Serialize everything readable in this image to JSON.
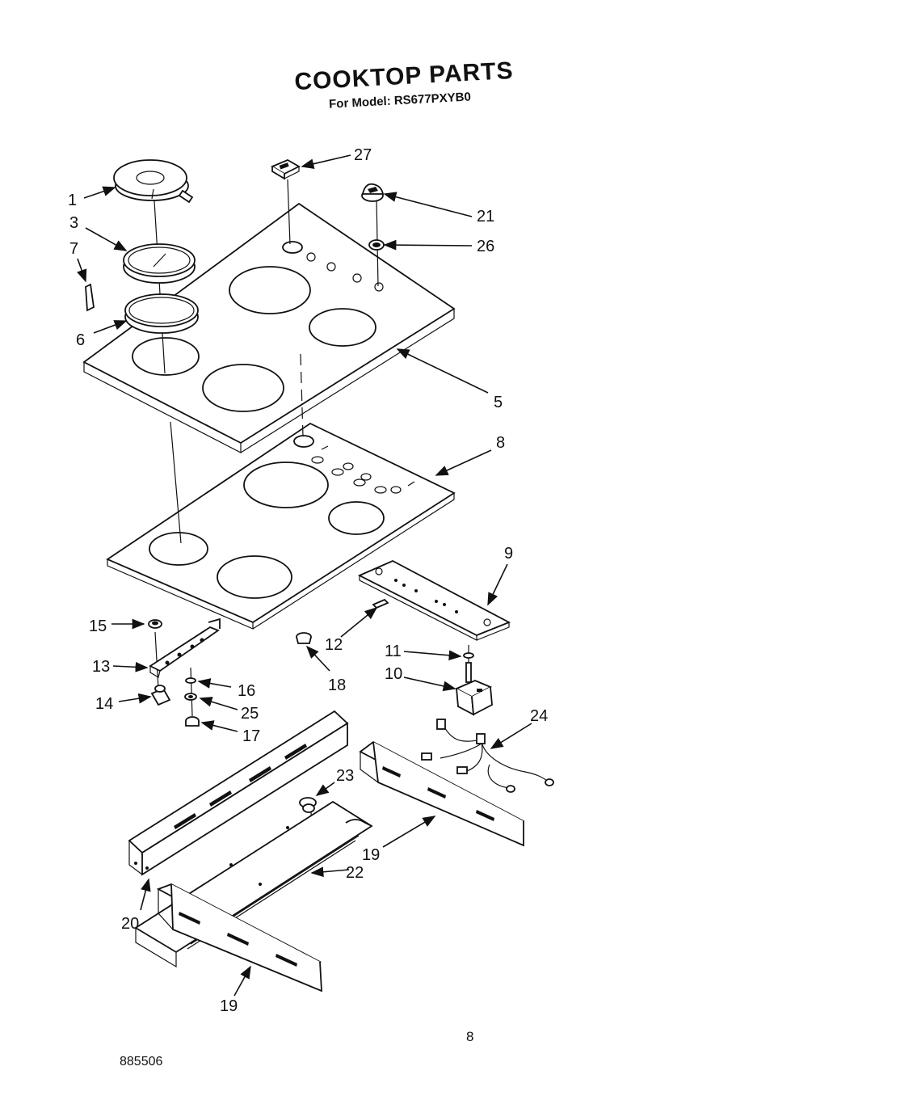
{
  "header": {
    "title": "COOKTOP PARTS",
    "subtitle": "For Model: RS677PXYB0"
  },
  "footer": {
    "page_number": "8",
    "document_number": "885506"
  },
  "callouts": [
    {
      "id": "1",
      "label": "1"
    },
    {
      "id": "3",
      "label": "3"
    },
    {
      "id": "7",
      "label": "7"
    },
    {
      "id": "6",
      "label": "6"
    },
    {
      "id": "27",
      "label": "27"
    },
    {
      "id": "21",
      "label": "21"
    },
    {
      "id": "26",
      "label": "26"
    },
    {
      "id": "5",
      "label": "5"
    },
    {
      "id": "8",
      "label": "8"
    },
    {
      "id": "9",
      "label": "9"
    },
    {
      "id": "15",
      "label": "15"
    },
    {
      "id": "13",
      "label": "13"
    },
    {
      "id": "14",
      "label": "14"
    },
    {
      "id": "16",
      "label": "16"
    },
    {
      "id": "25",
      "label": "25"
    },
    {
      "id": "17",
      "label": "17"
    },
    {
      "id": "12",
      "label": "12"
    },
    {
      "id": "18",
      "label": "18"
    },
    {
      "id": "11",
      "label": "11"
    },
    {
      "id": "10",
      "label": "10"
    },
    {
      "id": "24",
      "label": "24"
    },
    {
      "id": "23",
      "label": "23"
    },
    {
      "id": "22",
      "label": "22"
    },
    {
      "id": "19a",
      "label": "19"
    },
    {
      "id": "20",
      "label": "20"
    },
    {
      "id": "19b",
      "label": "19"
    }
  ]
}
